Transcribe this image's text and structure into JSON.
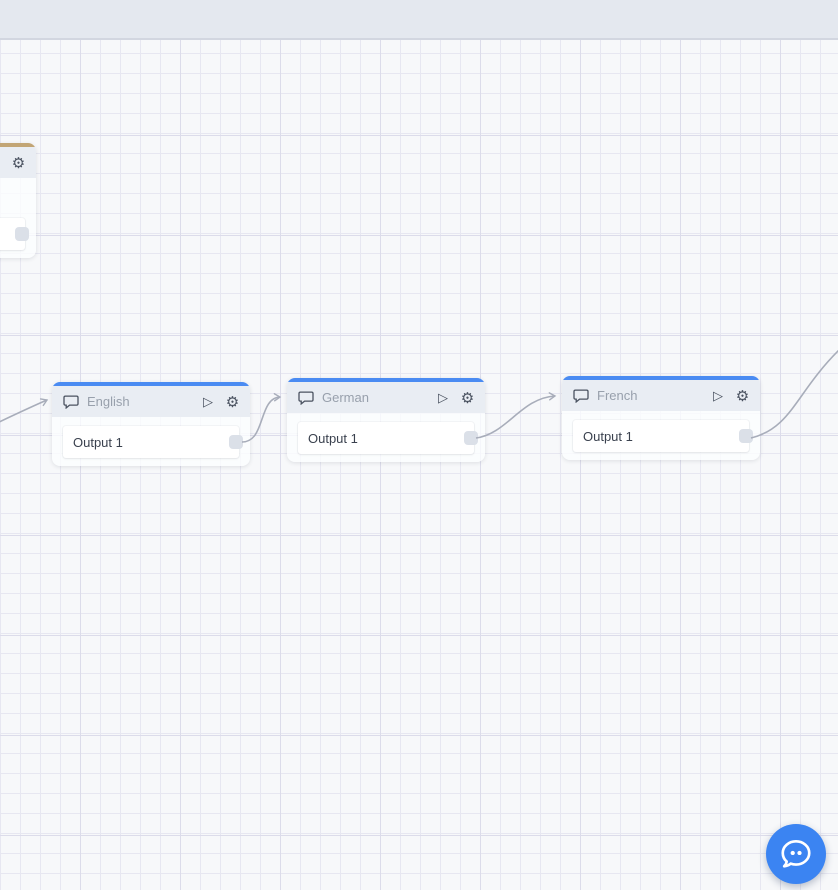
{
  "canvas": {
    "type": "node-graph-canvas"
  },
  "nodes": {
    "partial": {
      "label": "",
      "output": ""
    },
    "english": {
      "label": "English",
      "output": "Output 1"
    },
    "german": {
      "label": "German",
      "output": "Output 1"
    },
    "french": {
      "label": "French",
      "output": "Output 1"
    }
  },
  "icons": {
    "play": "▷",
    "gear": "⚙",
    "comment": "comment-bubble",
    "chat": "chat-bubble"
  },
  "edges": [
    {
      "from": "offscreen-left",
      "to": "english"
    },
    {
      "from": "english.output-1",
      "to": "german"
    },
    {
      "from": "german.output-1",
      "to": "french"
    },
    {
      "from": "french.output-1",
      "to": "offscreen-right"
    }
  ],
  "colors": {
    "canvas_bg": "#f7f8fa",
    "grid_minor": "#e7e7f1",
    "grid_major": "#dcdcea",
    "top_strip_bg": "#e4e8ef",
    "node_header_bg": "#e9edf3",
    "accent_blue": "#4a8bf2",
    "accent_tan": "#c2a575",
    "edge_gray": "#a8adba",
    "connector_gray": "#dbe0e8",
    "fab_blue": "#3b84f2",
    "label_gray": "#98a0ac",
    "text_dark": "#3a414e"
  }
}
